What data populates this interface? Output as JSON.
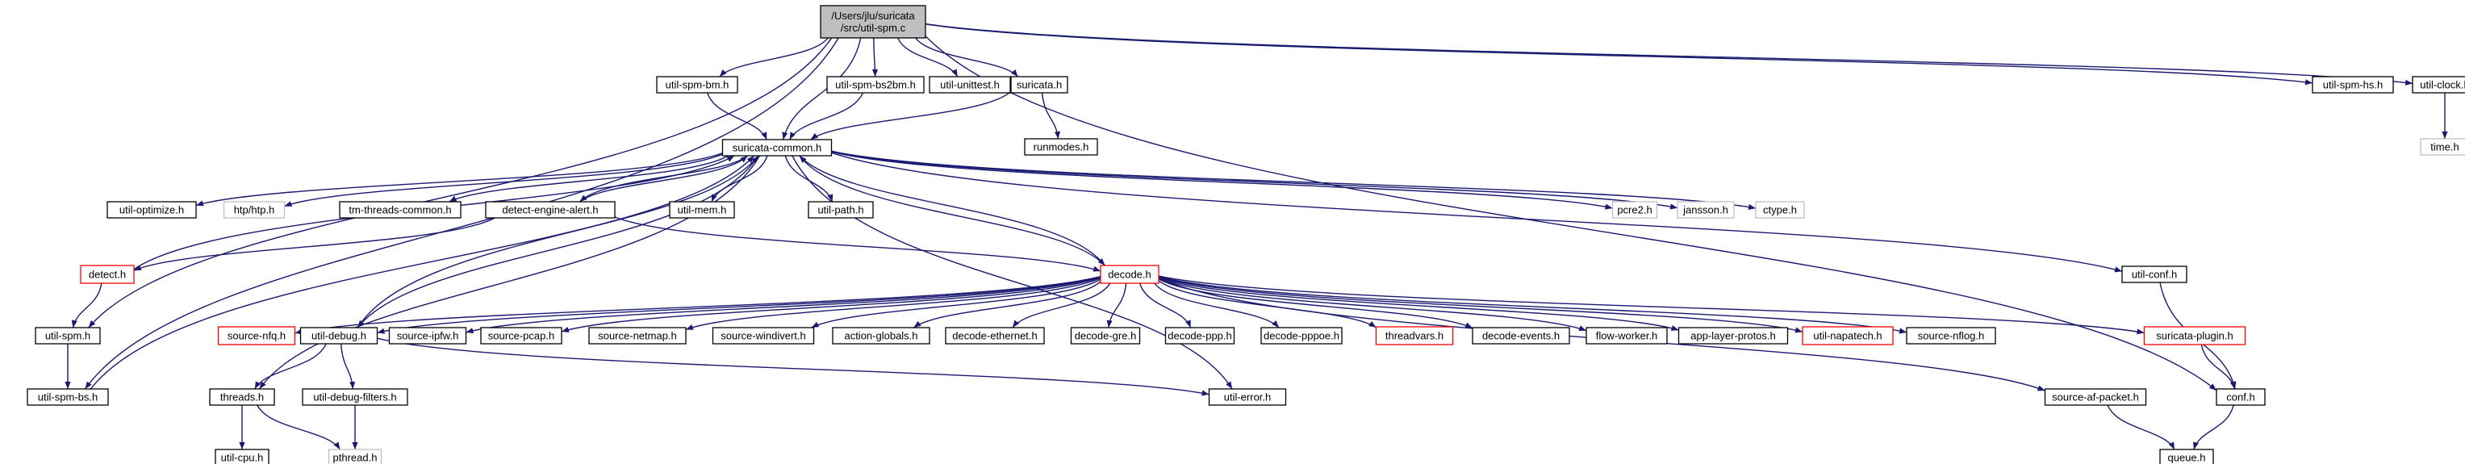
{
  "colors": {
    "edge": "#191970",
    "node_border": "#000000",
    "root_fill": "#bfbfbf",
    "missing_border": "#bfbfbf",
    "missing_text": "#808080",
    "truncated_border": "#ff0000"
  },
  "nodes": [
    {
      "id": "root",
      "lines": [
        "/Users/jlu/suricata",
        "/src/util-spm.c"
      ],
      "kind": "root"
    },
    {
      "id": "spm_bm",
      "lines": [
        "util-spm-bm.h"
      ],
      "kind": "normal"
    },
    {
      "id": "spm_bs2bm",
      "lines": [
        "util-spm-bs2bm.h"
      ],
      "kind": "normal"
    },
    {
      "id": "unittest",
      "lines": [
        "util-unittest.h"
      ],
      "kind": "normal"
    },
    {
      "id": "suricata",
      "lines": [
        "suricata.h"
      ],
      "kind": "normal"
    },
    {
      "id": "spm_hs",
      "lines": [
        "util-spm-hs.h"
      ],
      "kind": "normal"
    },
    {
      "id": "clock",
      "lines": [
        "util-clock.h"
      ],
      "kind": "normal"
    },
    {
      "id": "time",
      "lines": [
        "time.h"
      ],
      "kind": "missing"
    },
    {
      "id": "runmodes",
      "lines": [
        "runmodes.h"
      ],
      "kind": "normal"
    },
    {
      "id": "common",
      "lines": [
        "suricata-common.h"
      ],
      "kind": "normal"
    },
    {
      "id": "optimize",
      "lines": [
        "util-optimize.h"
      ],
      "kind": "normal"
    },
    {
      "id": "htp",
      "lines": [
        "htp/htp.h"
      ],
      "kind": "missing"
    },
    {
      "id": "tmcommon",
      "lines": [
        "tm-threads-common.h"
      ],
      "kind": "normal"
    },
    {
      "id": "dealert",
      "lines": [
        "detect-engine-alert.h"
      ],
      "kind": "normal"
    },
    {
      "id": "mem",
      "lines": [
        "util-mem.h"
      ],
      "kind": "normal"
    },
    {
      "id": "path",
      "lines": [
        "util-path.h"
      ],
      "kind": "normal"
    },
    {
      "id": "pcre2",
      "lines": [
        "pcre2.h"
      ],
      "kind": "missing"
    },
    {
      "id": "jansson",
      "lines": [
        "jansson.h"
      ],
      "kind": "missing"
    },
    {
      "id": "ctype",
      "lines": [
        "ctype.h"
      ],
      "kind": "missing"
    },
    {
      "id": "detect",
      "lines": [
        "detect.h"
      ],
      "kind": "truncated"
    },
    {
      "id": "decode",
      "lines": [
        "decode.h"
      ],
      "kind": "truncated"
    },
    {
      "id": "conf_u",
      "lines": [
        "util-conf.h"
      ],
      "kind": "normal"
    },
    {
      "id": "spm",
      "lines": [
        "util-spm.h"
      ],
      "kind": "normal"
    },
    {
      "id": "spm_bs",
      "lines": [
        "util-spm-bs.h"
      ],
      "kind": "normal"
    },
    {
      "id": "nfq",
      "lines": [
        "source-nfq.h"
      ],
      "kind": "truncated"
    },
    {
      "id": "debug",
      "lines": [
        "util-debug.h"
      ],
      "kind": "normal"
    },
    {
      "id": "ipfw",
      "lines": [
        "source-ipfw.h"
      ],
      "kind": "normal"
    },
    {
      "id": "pcap",
      "lines": [
        "source-pcap.h"
      ],
      "kind": "normal"
    },
    {
      "id": "netmap",
      "lines": [
        "source-netmap.h"
      ],
      "kind": "normal"
    },
    {
      "id": "windivert",
      "lines": [
        "source-windivert.h"
      ],
      "kind": "normal"
    },
    {
      "id": "actglob",
      "lines": [
        "action-globals.h"
      ],
      "kind": "normal"
    },
    {
      "id": "deth",
      "lines": [
        "decode-ethernet.h"
      ],
      "kind": "normal"
    },
    {
      "id": "dgre",
      "lines": [
        "decode-gre.h"
      ],
      "kind": "normal"
    },
    {
      "id": "dppp",
      "lines": [
        "decode-ppp.h"
      ],
      "kind": "normal"
    },
    {
      "id": "dpppoe",
      "lines": [
        "decode-pppoe.h"
      ],
      "kind": "normal"
    },
    {
      "id": "threadvars",
      "lines": [
        "threadvars.h"
      ],
      "kind": "truncated"
    },
    {
      "id": "devents",
      "lines": [
        "decode-events.h"
      ],
      "kind": "normal"
    },
    {
      "id": "flowworker",
      "lines": [
        "flow-worker.h"
      ],
      "kind": "normal"
    },
    {
      "id": "alproto",
      "lines": [
        "app-layer-protos.h"
      ],
      "kind": "normal"
    },
    {
      "id": "napatech",
      "lines": [
        "util-napatech.h"
      ],
      "kind": "truncated"
    },
    {
      "id": "nflog",
      "lines": [
        "source-nflog.h"
      ],
      "kind": "normal"
    },
    {
      "id": "plugin",
      "lines": [
        "suricata-plugin.h"
      ],
      "kind": "truncated"
    },
    {
      "id": "afpacket",
      "lines": [
        "source-af-packet.h"
      ],
      "kind": "normal"
    },
    {
      "id": "conf",
      "lines": [
        "conf.h"
      ],
      "kind": "normal"
    },
    {
      "id": "threads",
      "lines": [
        "threads.h"
      ],
      "kind": "normal"
    },
    {
      "id": "dbgfilters",
      "lines": [
        "util-debug-filters.h"
      ],
      "kind": "normal"
    },
    {
      "id": "error",
      "lines": [
        "util-error.h"
      ],
      "kind": "normal"
    },
    {
      "id": "cpu",
      "lines": [
        "util-cpu.h"
      ],
      "kind": "normal"
    },
    {
      "id": "pthread",
      "lines": [
        "pthread.h"
      ],
      "kind": "missing"
    },
    {
      "id": "queue",
      "lines": [
        "queue.h"
      ],
      "kind": "normal"
    }
  ],
  "edges": [
    [
      "root",
      "spm_bm"
    ],
    [
      "root",
      "spm_bs2bm"
    ],
    [
      "root",
      "unittest"
    ],
    [
      "root",
      "suricata"
    ],
    [
      "root",
      "spm_hs"
    ],
    [
      "root",
      "clock"
    ],
    [
      "root",
      "common"
    ],
    [
      "root",
      "spm"
    ],
    [
      "root",
      "spm_bs"
    ],
    [
      "root",
      "conf"
    ],
    [
      "spm_bm",
      "common"
    ],
    [
      "spm_bs2bm",
      "common"
    ],
    [
      "suricata",
      "common"
    ],
    [
      "suricata",
      "runmodes"
    ],
    [
      "clock",
      "time"
    ],
    [
      "common",
      "optimize"
    ],
    [
      "common",
      "htp"
    ],
    [
      "common",
      "tmcommon"
    ],
    [
      "common",
      "dealert"
    ],
    [
      "common",
      "mem"
    ],
    [
      "common",
      "path"
    ],
    [
      "common",
      "pcre2"
    ],
    [
      "common",
      "jansson"
    ],
    [
      "common",
      "ctype"
    ],
    [
      "common",
      "decode"
    ],
    [
      "common",
      "debug"
    ],
    [
      "common",
      "threads"
    ],
    [
      "common",
      "conf_u"
    ],
    [
      "common",
      "error"
    ],
    [
      "dealert",
      "common"
    ],
    [
      "dealert",
      "detect"
    ],
    [
      "dealert",
      "decode"
    ],
    [
      "detect",
      "common"
    ],
    [
      "detect",
      "spm"
    ],
    [
      "spm",
      "spm_bs"
    ],
    [
      "spm_bs",
      "common"
    ],
    [
      "decode",
      "common"
    ],
    [
      "decode",
      "nfq"
    ],
    [
      "decode",
      "debug"
    ],
    [
      "decode",
      "ipfw"
    ],
    [
      "decode",
      "pcap"
    ],
    [
      "decode",
      "netmap"
    ],
    [
      "decode",
      "windivert"
    ],
    [
      "decode",
      "actglob"
    ],
    [
      "decode",
      "deth"
    ],
    [
      "decode",
      "dgre"
    ],
    [
      "decode",
      "dppp"
    ],
    [
      "decode",
      "dpppoe"
    ],
    [
      "decode",
      "threadvars"
    ],
    [
      "decode",
      "devents"
    ],
    [
      "decode",
      "flowworker"
    ],
    [
      "decode",
      "alproto"
    ],
    [
      "decode",
      "napatech"
    ],
    [
      "decode",
      "nflog"
    ],
    [
      "decode",
      "plugin"
    ],
    [
      "decode",
      "afpacket"
    ],
    [
      "debug",
      "common"
    ],
    [
      "debug",
      "threads"
    ],
    [
      "debug",
      "dbgfilters"
    ],
    [
      "debug",
      "error"
    ],
    [
      "threads",
      "cpu"
    ],
    [
      "threads",
      "pthread"
    ],
    [
      "dbgfilters",
      "pthread"
    ],
    [
      "conf_u",
      "conf"
    ],
    [
      "plugin",
      "conf"
    ],
    [
      "conf",
      "queue"
    ],
    [
      "afpacket",
      "queue"
    ]
  ]
}
